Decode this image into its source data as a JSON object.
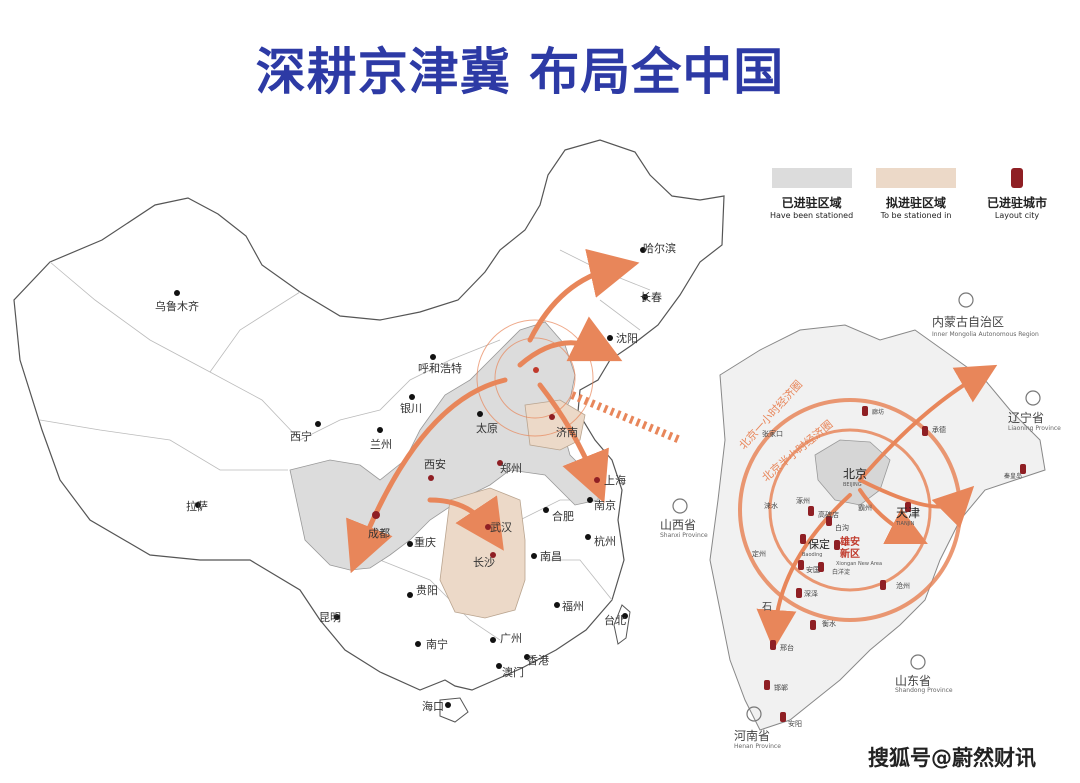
{
  "title": "深耕京津冀 布局全中国",
  "legend": [
    {
      "label": "已进驻区域",
      "en": "Have been stationed",
      "color": "#dcdcdc"
    },
    {
      "label": "拟进驻区域",
      "en": "To be stationed in",
      "color": "#ecd9c8"
    },
    {
      "label": "已进驻城市",
      "en": "Layout city",
      "color": "#8f1f24"
    }
  ],
  "china_cities": [
    "哈尔滨",
    "长春",
    "沈阳",
    "乌鲁木齐",
    "呼和浩特",
    "银川",
    "兰州",
    "西宁",
    "太原",
    "济南",
    "西安",
    "郑州",
    "拉萨",
    "成都",
    "重庆",
    "武汉",
    "合肥",
    "南京",
    "上海",
    "杭州",
    "长沙",
    "南昌",
    "贵阳",
    "福州",
    "昆明",
    "南宁",
    "广州",
    "台北",
    "香港",
    "澳门",
    "海口"
  ],
  "region_labels": {
    "inner_mongolia": "内蒙古自治区",
    "inner_mongolia_en": "Inner Mongolia Autonomous Region",
    "liaoning": "辽宁省",
    "liaoning_en": "Liaoning Province",
    "shanxi": "山西省",
    "shanxi_en": "Shanxi Province",
    "shandong": "山东省",
    "shandong_en": "Shandong Province",
    "henan": "河南省",
    "henan_en": "Henan Province"
  },
  "inset_cities": {
    "beijing": "北京",
    "beijing_en": "BEIJING",
    "tianjin": "天津",
    "tianjin_en": "TIANJIN",
    "baoding": "保定",
    "baoding_en": "Baoding",
    "xiongan": "雄安",
    "xiongan2": "新区",
    "xiongan_en": "Xiongan New Area",
    "gaobeidian": "高碑店",
    "baigou": "白沟",
    "baiyangdian": "白洋淀",
    "anguo": "安国",
    "shenze": "深泽",
    "hengshui": "衡水",
    "xingtai": "邢台",
    "handan": "邯郸",
    "anyang": "安阳",
    "cangzhou": "沧州",
    "chengde": "承德",
    "qinhuangdao": "秦皇岛",
    "dingzhou": "定州",
    "laishui": "涞水",
    "zhuozhou": "涿州",
    "bazhou": "霸州",
    "zhangjiakou": "张家口",
    "langfang": "廊坊",
    "shi": "石"
  },
  "arc_labels": {
    "outer": "北京一小时经济圈",
    "inner": "北京半小时经济圈"
  },
  "watermark": "搜狐号@蔚然财讯"
}
